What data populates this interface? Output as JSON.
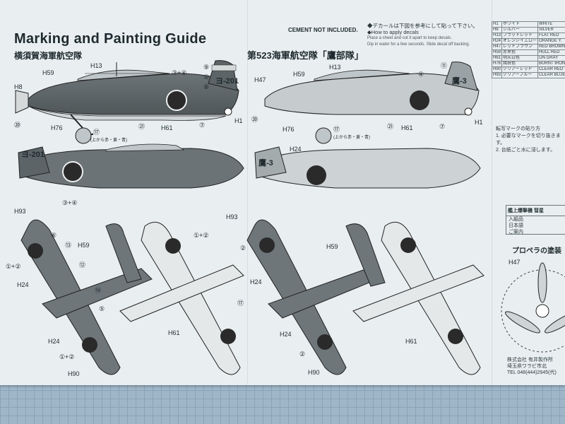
{
  "guide": {
    "title": "Marking and Painting Guide",
    "subtitle_left": "横須賀海軍航空隊",
    "subtitle_right": "第523海軍航空隊「鷹部隊」",
    "cement_notice": "CEMENT NOT INCLUDED.",
    "decal_note_jp": "◆デカールは下図を参考にして貼って下さい。",
    "decal_note_en": "◆How to apply decals"
  },
  "aircraft_left": {
    "tail_code": "ヨ-201",
    "labels": {
      "h59": "H59",
      "h13": "H13",
      "h8": "H8",
      "h76": "H76",
      "h61": "H61",
      "h1": "H1",
      "n9": "⑨",
      "n10": "⑩",
      "n8": "⑧",
      "n7": "⑦",
      "n21": "㉑",
      "n20": "⑳",
      "n17": "⑰",
      "n34": "③+④",
      "wheel_note": "(上から赤・黄・青)"
    }
  },
  "aircraft_right": {
    "tail_code": "鷹-3",
    "labels": {
      "h47": "H47",
      "h59": "H59",
      "h13": "H13",
      "h76": "H76",
      "h61": "H61",
      "h1": "H1",
      "h24": "H24",
      "n11": "⑪",
      "n4": "④",
      "n7": "⑦",
      "n21": "㉑",
      "n20": "⑳",
      "n17": "⑰",
      "wheel_note": "(上から赤・黄・青)"
    }
  },
  "planform_labels": {
    "h93": "H93",
    "h59": "H59",
    "h24": "H24",
    "h90": "H90",
    "h61": "H61",
    "n6": "⑥",
    "n13": "⑬",
    "n12": "⑫",
    "n14": "⑭",
    "n5": "⑤",
    "n12b": "①+②",
    "n2": "②",
    "n17": "⑰"
  },
  "paint_table": [
    {
      "code": "H1",
      "jp": "ホワイト",
      "en": "WHITE"
    },
    {
      "code": "H8",
      "jp": "シルバー",
      "en": "SILVER"
    },
    {
      "code": "H13",
      "jp": "フラットレッド",
      "en": "FLAT RED"
    },
    {
      "code": "H24",
      "jp": "オレンジイエロー",
      "en": "ORANGE Y."
    },
    {
      "code": "H47",
      "jp": "レッドブラウン",
      "en": "RED BROWN"
    },
    {
      "code": "H59",
      "jp": "赤黒色",
      "en": "HULL RED"
    },
    {
      "code": "H61",
      "jp": "明灰白色",
      "en": "IJN GRAY"
    },
    {
      "code": "H76",
      "jp": "焼鉄色",
      "en": "BURNT IRON"
    },
    {
      "code": "H90",
      "jp": "クリアーレッド",
      "en": "CLEAR RED"
    },
    {
      "code": "H93",
      "jp": "クリアーブルー",
      "en": "CLEAR BLUE"
    }
  ],
  "steps": {
    "heading": "転写マークの貼り方",
    "s1": "1. 必要なマークを切り抜きます。",
    "s2": "2. 台紙ごと水に浸します。"
  },
  "box": {
    "header": "艦上爆撃機 彗星",
    "rows": [
      "入組品",
      "日本語",
      "ご案内"
    ]
  },
  "propeller": {
    "title": "プロペラの塗装",
    "label": "H47"
  },
  "company": {
    "name": "株式会社 有井製作所",
    "address": "埼玉県ワラビ市北",
    "tel": "TEL 048(444)2945(代)"
  }
}
